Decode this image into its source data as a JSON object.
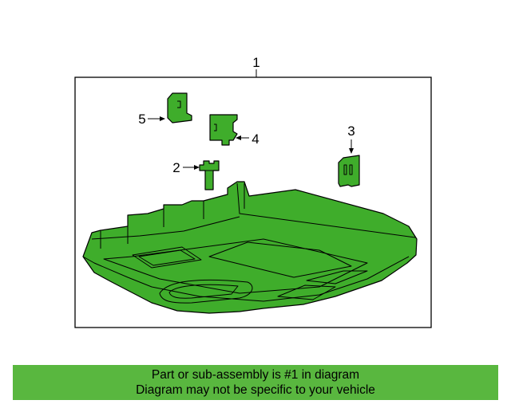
{
  "colors": {
    "part_fill": "#3fad2b",
    "banner_fill": "#59b73f",
    "outline": "#000000",
    "background": "#ffffff"
  },
  "callouts": {
    "assembly": "1",
    "item_2": "2",
    "item_3": "3",
    "item_4": "4",
    "item_5": "5"
  },
  "banner": {
    "line1": "Part or sub-assembly is #1 in diagram",
    "line2": "Diagram may not be specific to your vehicle"
  }
}
